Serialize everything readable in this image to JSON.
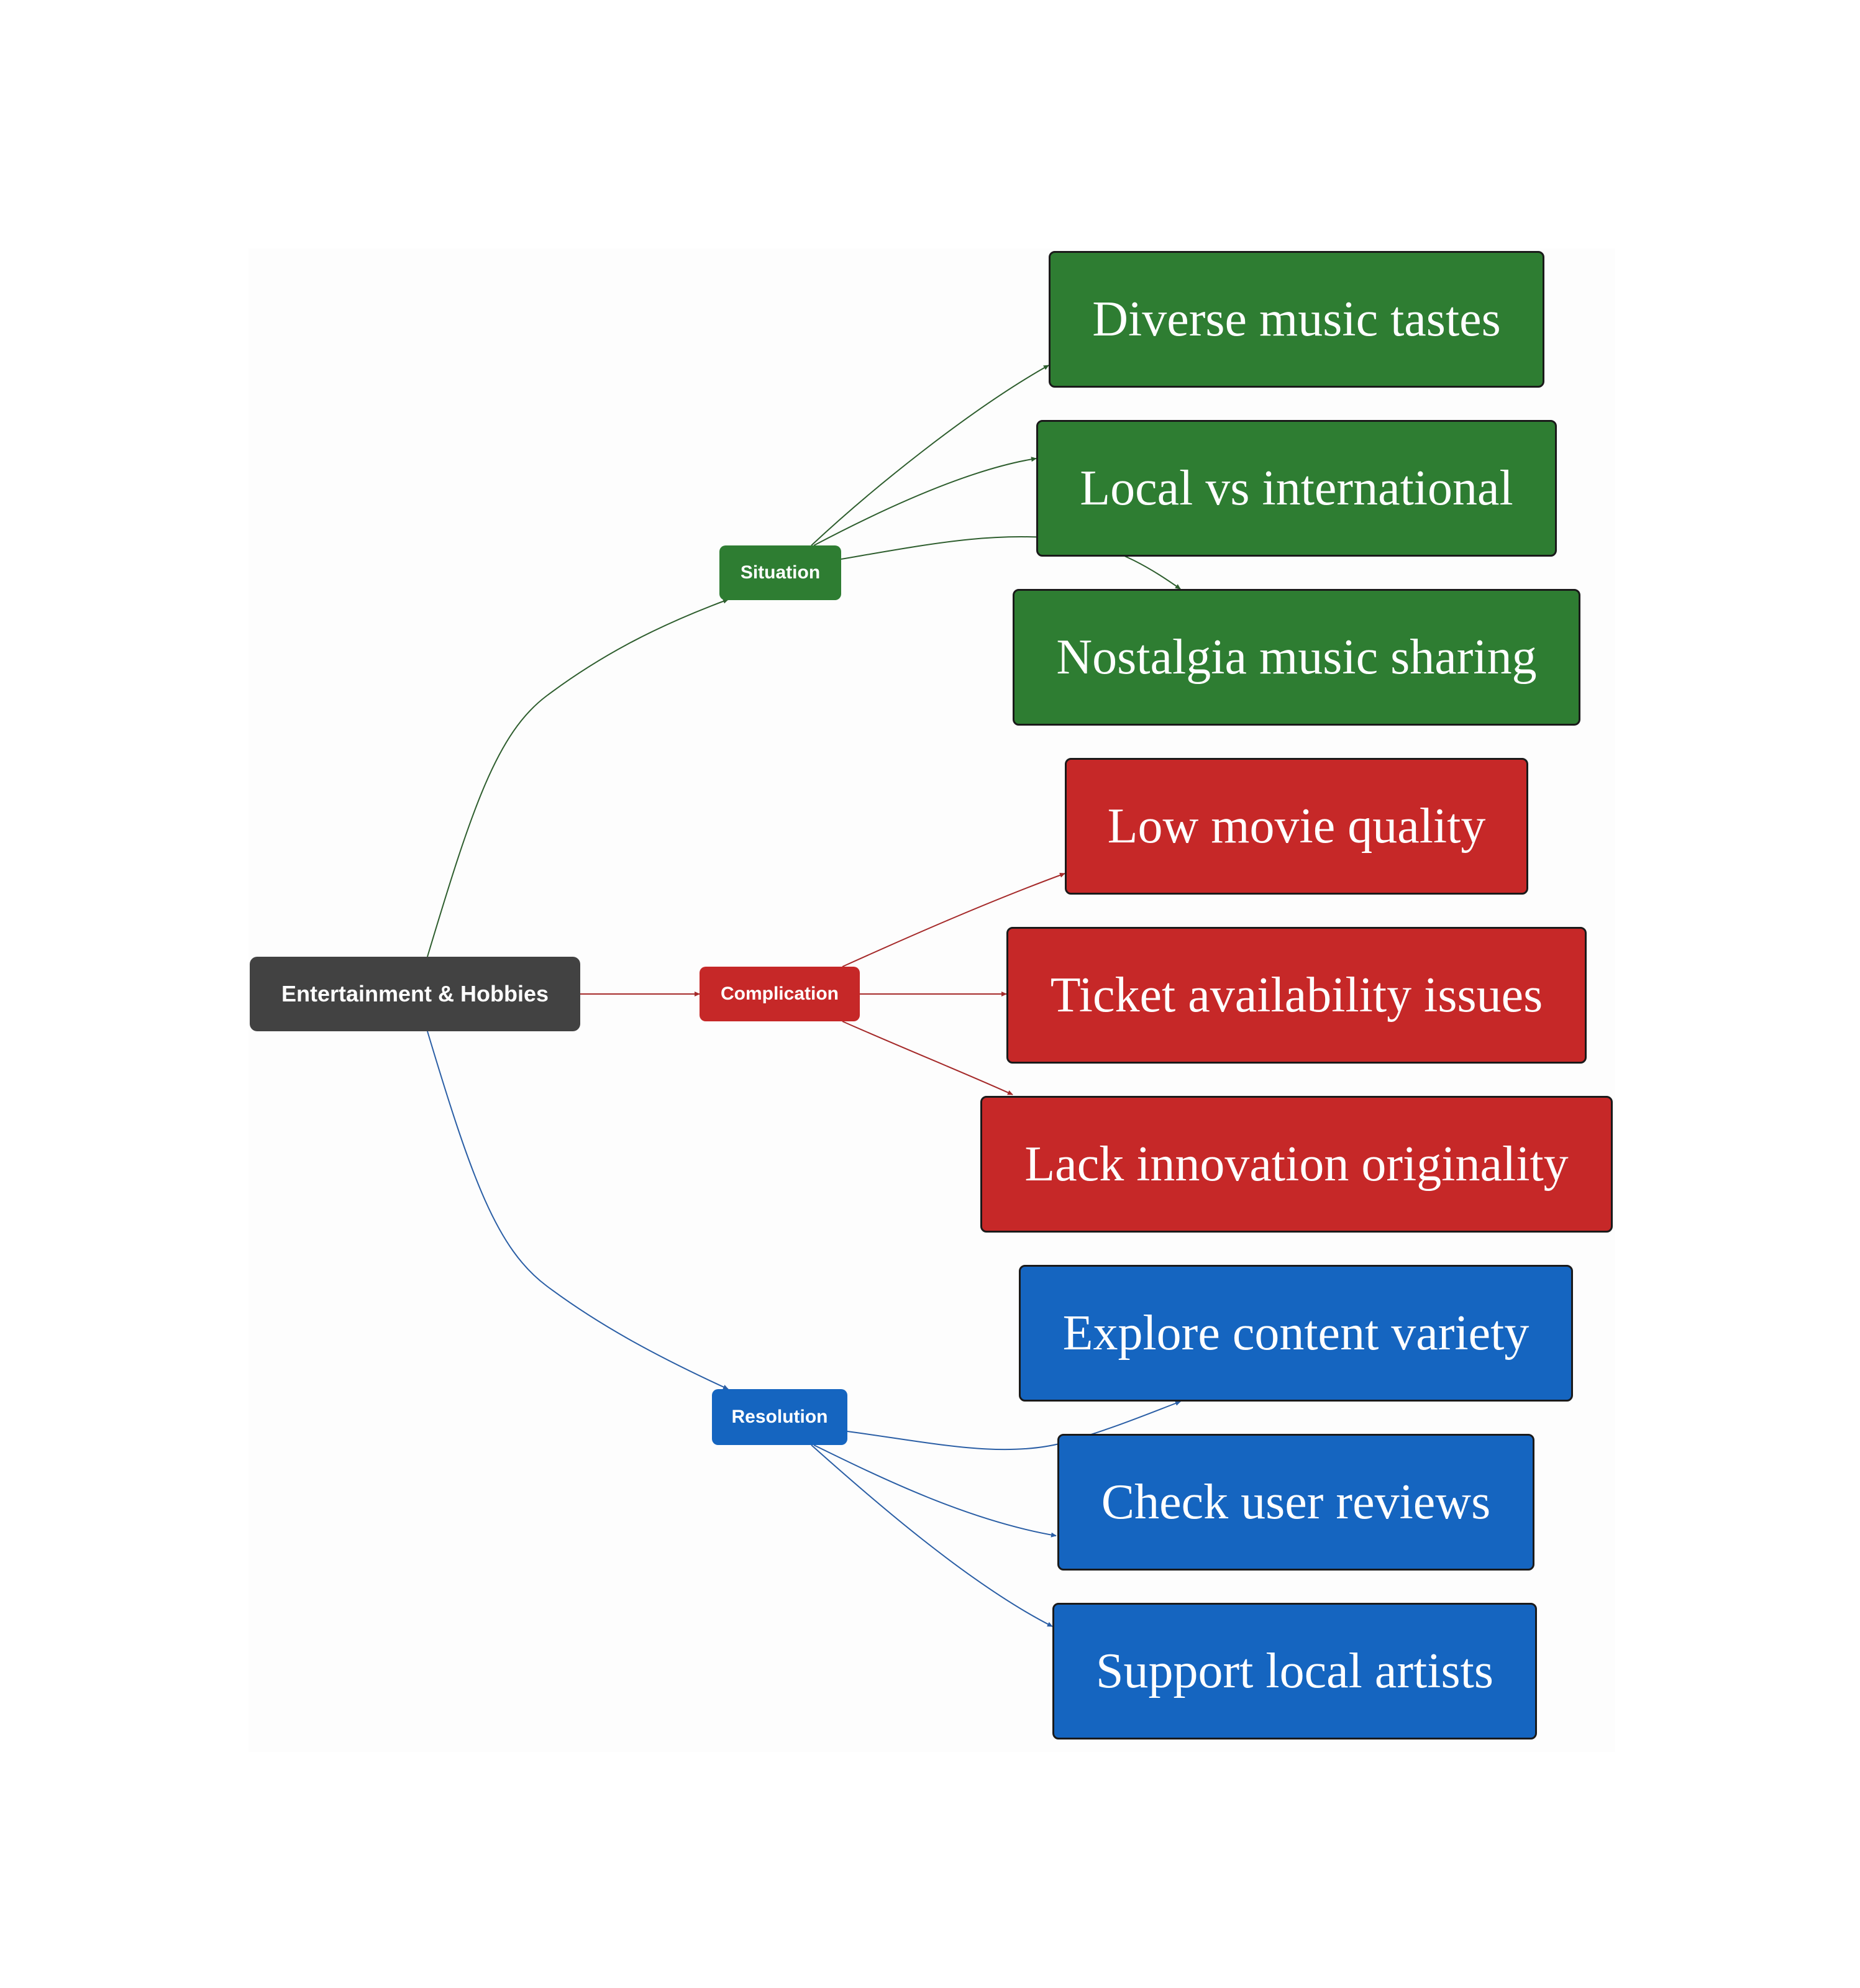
{
  "diagram": {
    "root": {
      "label": "Entertainment & Hobbies",
      "color": "#424242"
    },
    "branches": [
      {
        "id": "situation",
        "label": "Situation",
        "color": "#2e7d32",
        "items": [
          "Diverse music tastes",
          "Local vs international",
          "Nostalgia music sharing"
        ]
      },
      {
        "id": "complication",
        "label": "Complication",
        "color": "#c62828",
        "items": [
          "Low movie quality",
          "Ticket availability issues",
          "Lack innovation originality"
        ]
      },
      {
        "id": "resolution",
        "label": "Resolution",
        "color": "#1565c0",
        "items": [
          "Explore content variety",
          "Check user reviews",
          "Support local artists"
        ]
      }
    ]
  }
}
